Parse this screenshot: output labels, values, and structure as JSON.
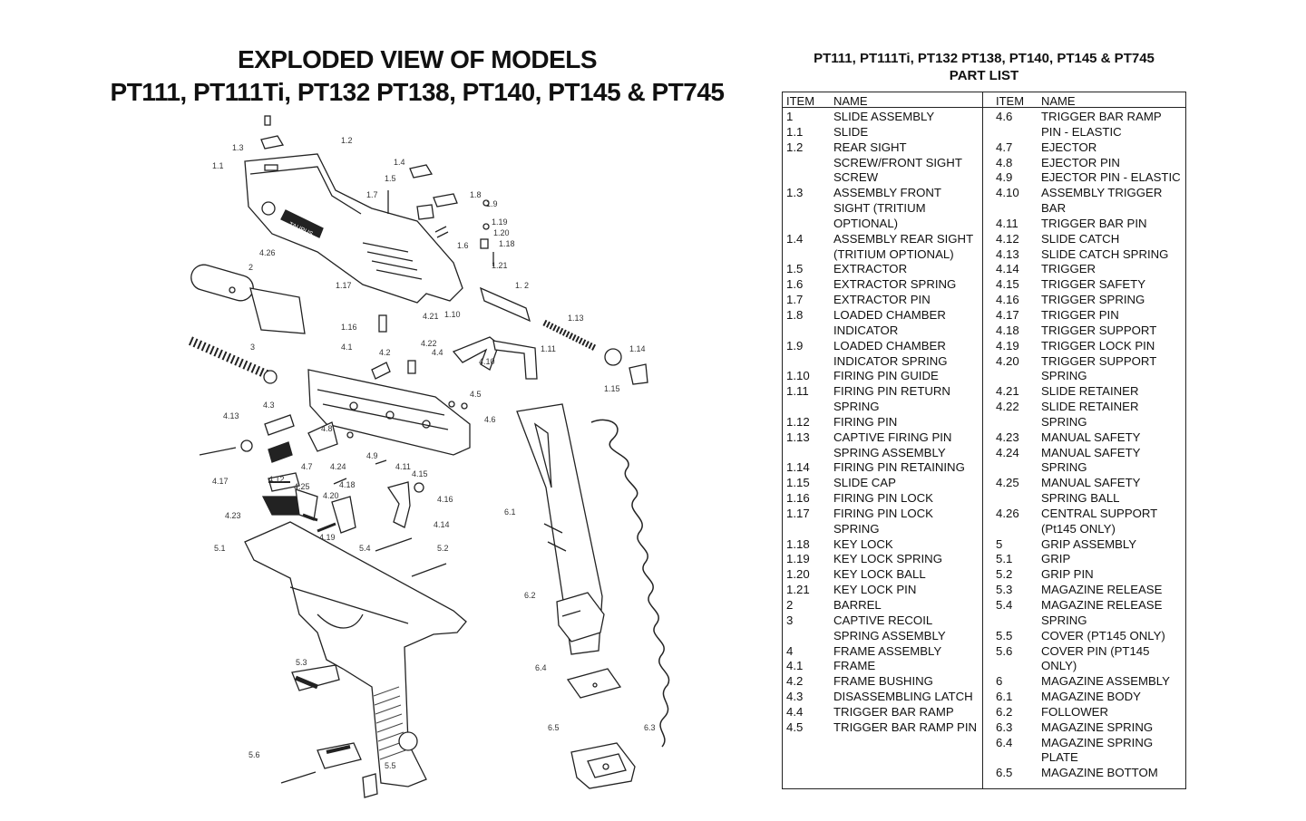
{
  "title": {
    "line1": "EXPLODED VIEW OF MODELS",
    "line2": "PT111, PT111Ti, PT132 PT138, PT140, PT145 & PT745"
  },
  "part_list": {
    "heading1": "PT111, PT111Ti, PT132 PT138, PT140, PT145 & PT745",
    "heading2": "PART LIST",
    "col_item": "ITEM",
    "col_name": "NAME",
    "left": [
      {
        "item": "1",
        "name": "SLIDE ASSEMBLY"
      },
      {
        "item": "1.1",
        "name": "SLIDE"
      },
      {
        "item": "1.2",
        "name": "REAR SIGHT SCREW/FRONT SIGHT SCREW"
      },
      {
        "item": "1.3",
        "name": "ASSEMBLY FRONT SIGHT (TRITIUM OPTIONAL)"
      },
      {
        "item": "1.4",
        "name": "ASSEMBLY REAR SIGHT (TRITIUM OPTIONAL)"
      },
      {
        "item": "1.5",
        "name": "EXTRACTOR"
      },
      {
        "item": "1.6",
        "name": "EXTRACTOR SPRING"
      },
      {
        "item": "1.7",
        "name": "EXTRACTOR PIN"
      },
      {
        "item": "1.8",
        "name": "LOADED CHAMBER INDICATOR"
      },
      {
        "item": "1.9",
        "name": "LOADED CHAMBER INDICATOR SPRING"
      },
      {
        "item": "1.10",
        "name": "FIRING PIN GUIDE"
      },
      {
        "item": "1.11",
        "name": "FIRING PIN RETURN SPRING"
      },
      {
        "item": "1.12",
        "name": "FIRING PIN"
      },
      {
        "item": "1.13",
        "name": "CAPTIVE FIRING PIN SPRING ASSEMBLY"
      },
      {
        "item": "1.14",
        "name": "FIRING PIN RETAINING"
      },
      {
        "item": "1.15",
        "name": "SLIDE CAP"
      },
      {
        "item": "1.16",
        "name": "FIRING PIN LOCK"
      },
      {
        "item": "1.17",
        "name": "FIRING PIN LOCK SPRING"
      },
      {
        "item": "1.18",
        "name": "KEY LOCK"
      },
      {
        "item": "1.19",
        "name": "KEY LOCK SPRING"
      },
      {
        "item": "1.20",
        "name": "KEY LOCK BALL"
      },
      {
        "item": "1.21",
        "name": "KEY LOCK PIN"
      },
      {
        "item": " 2",
        "name": "BARREL"
      },
      {
        "item": " 3",
        "name": "CAPTIVE RECOIL SPRING ASSEMBLY"
      },
      {
        "item": " 4",
        "name": "FRAME ASSEMBLY"
      },
      {
        "item": "4.1",
        "name": "FRAME"
      },
      {
        "item": "4.2",
        "name": "FRAME BUSHING"
      },
      {
        "item": "4.3",
        "name": "DISASSEMBLING LATCH"
      },
      {
        "item": "4.4",
        "name": "TRIGGER BAR RAMP"
      },
      {
        "item": "4.5",
        "name": "TRIGGER BAR RAMP PIN"
      }
    ],
    "right": [
      {
        "item": "4.6",
        "name": "TRIGGER BAR RAMP PIN - ELASTIC"
      },
      {
        "item": "4.7",
        "name": "EJECTOR"
      },
      {
        "item": "4.8",
        "name": "EJECTOR PIN"
      },
      {
        "item": "4.9",
        "name": "EJECTOR PIN - ELASTIC"
      },
      {
        "item": "4.10",
        "name": "ASSEMBLY TRIGGER BAR"
      },
      {
        "item": "4.11",
        "name": "TRIGGER BAR PIN"
      },
      {
        "item": "4.12",
        "name": "SLIDE CATCH"
      },
      {
        "item": "4.13",
        "name": "SLIDE CATCH SPRING"
      },
      {
        "item": "4.14",
        "name": "TRIGGER"
      },
      {
        "item": "4.15",
        "name": "TRIGGER SAFETY"
      },
      {
        "item": "4.16",
        "name": "TRIGGER SPRING"
      },
      {
        "item": "4.17",
        "name": "TRIGGER PIN"
      },
      {
        "item": "4.18",
        "name": "TRIGGER SUPPORT"
      },
      {
        "item": "4.19",
        "name": "TRIGGER LOCK PIN"
      },
      {
        "item": "4.20",
        "name": "TRIGGER SUPPORT SPRING"
      },
      {
        "item": "4.21",
        "name": "SLIDE RETAINER"
      },
      {
        "item": "4.22",
        "name": "SLIDE RETAINER SPRING"
      },
      {
        "item": "4.23",
        "name": "MANUAL SAFETY"
      },
      {
        "item": "4.24",
        "name": "MANUAL SAFETY SPRING"
      },
      {
        "item": "4.25",
        "name": "MANUAL SAFETY SPRING BALL"
      },
      {
        "item": "4.26",
        "name": "CENTRAL SUPPORT (Pt145 ONLY)"
      },
      {
        "item": "5",
        "name": "GRIP ASSEMBLY"
      },
      {
        "item": "5.1",
        "name": "GRIP"
      },
      {
        "item": "5.2",
        "name": "GRIP PIN"
      },
      {
        "item": "5.3",
        "name": "MAGAZINE RELEASE"
      },
      {
        "item": "5.4",
        "name": "MAGAZINE RELEASE SPRING"
      },
      {
        "item": "5.5",
        "name": "COVER (PT145 ONLY)"
      },
      {
        "item": "5.6",
        "name": "COVER PIN (PT145 ONLY)"
      },
      {
        "item": "6",
        "name": "MAGAZINE ASSEMBLY"
      },
      {
        "item": "6.1",
        "name": "MAGAZINE BODY"
      },
      {
        "item": "6.2",
        "name": "FOLLOWER"
      },
      {
        "item": "6.3",
        "name": "MAGAZINE SPRING"
      },
      {
        "item": "6.4",
        "name": "MAGAZINE SPRING PLATE"
      },
      {
        "item": "6.5",
        "name": "MAGAZINE BOTTOM"
      }
    ]
  },
  "diagram": {
    "slide_logo": "TAURUS",
    "callouts": [
      "1.3",
      "1.2",
      "1.1",
      "1.4",
      "1.5",
      "1.7",
      "1.8",
      "1.9",
      "1.19",
      "1.20",
      "1.18",
      "1.6",
      "1.21",
      "4.26",
      "2",
      "1.17",
      "1. 2",
      "1.10",
      "4.21",
      "1.13",
      "1.16",
      "4.22",
      "4.1",
      "4.2",
      "4.4",
      "1.11",
      "1.14",
      "3",
      "4.10",
      "1.15",
      "4.3",
      "4.5",
      "4.13",
      "4.6",
      "4.8",
      "4.7",
      "4.24",
      "4.9",
      "4.11",
      "4.15",
      "4.17",
      "4.12",
      "4.25",
      "4.18",
      "4.20",
      "4.16",
      "6.1",
      "4.23",
      "4.19",
      "4.14",
      "5.1",
      "5.4",
      "5.2",
      "6.2",
      "5.3",
      "6.4",
      "6.5",
      "6.3",
      "5.6",
      "5.5"
    ]
  }
}
